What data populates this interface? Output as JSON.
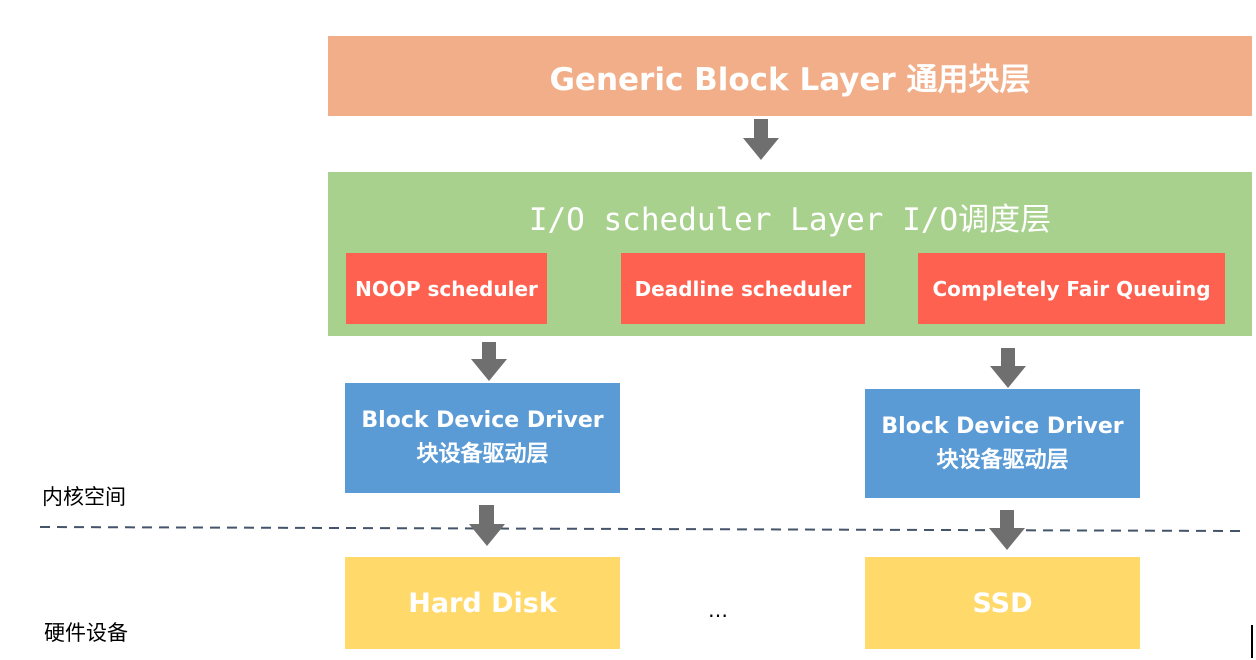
{
  "layers": {
    "generic_block": "Generic Block Layer 通用块层",
    "io_scheduler": "I/O scheduler Layer I/O调度层"
  },
  "schedulers": {
    "noop": "NOOP scheduler",
    "deadline": "Deadline scheduler",
    "cfq": "Completely Fair Queuing"
  },
  "drivers": {
    "left": {
      "line1": "Block Device Driver",
      "line2": "块设备驱动层"
    },
    "right": {
      "line1": "Block Device Driver",
      "line2": "块设备驱动层"
    }
  },
  "devices": {
    "hard_disk": "Hard Disk",
    "ellipsis": "…",
    "ssd": "SSD"
  },
  "regions": {
    "kernel_space": "内核空间",
    "hardware": "硬件设备"
  },
  "colors": {
    "generic_block": "#F2AE88",
    "io_scheduler": "#A9D18E",
    "scheduler_box": "#FF6150",
    "driver_box": "#5B9BD5",
    "device_box": "#FFD96A",
    "arrow": "#6F6F6F",
    "divider": "#44546A"
  }
}
